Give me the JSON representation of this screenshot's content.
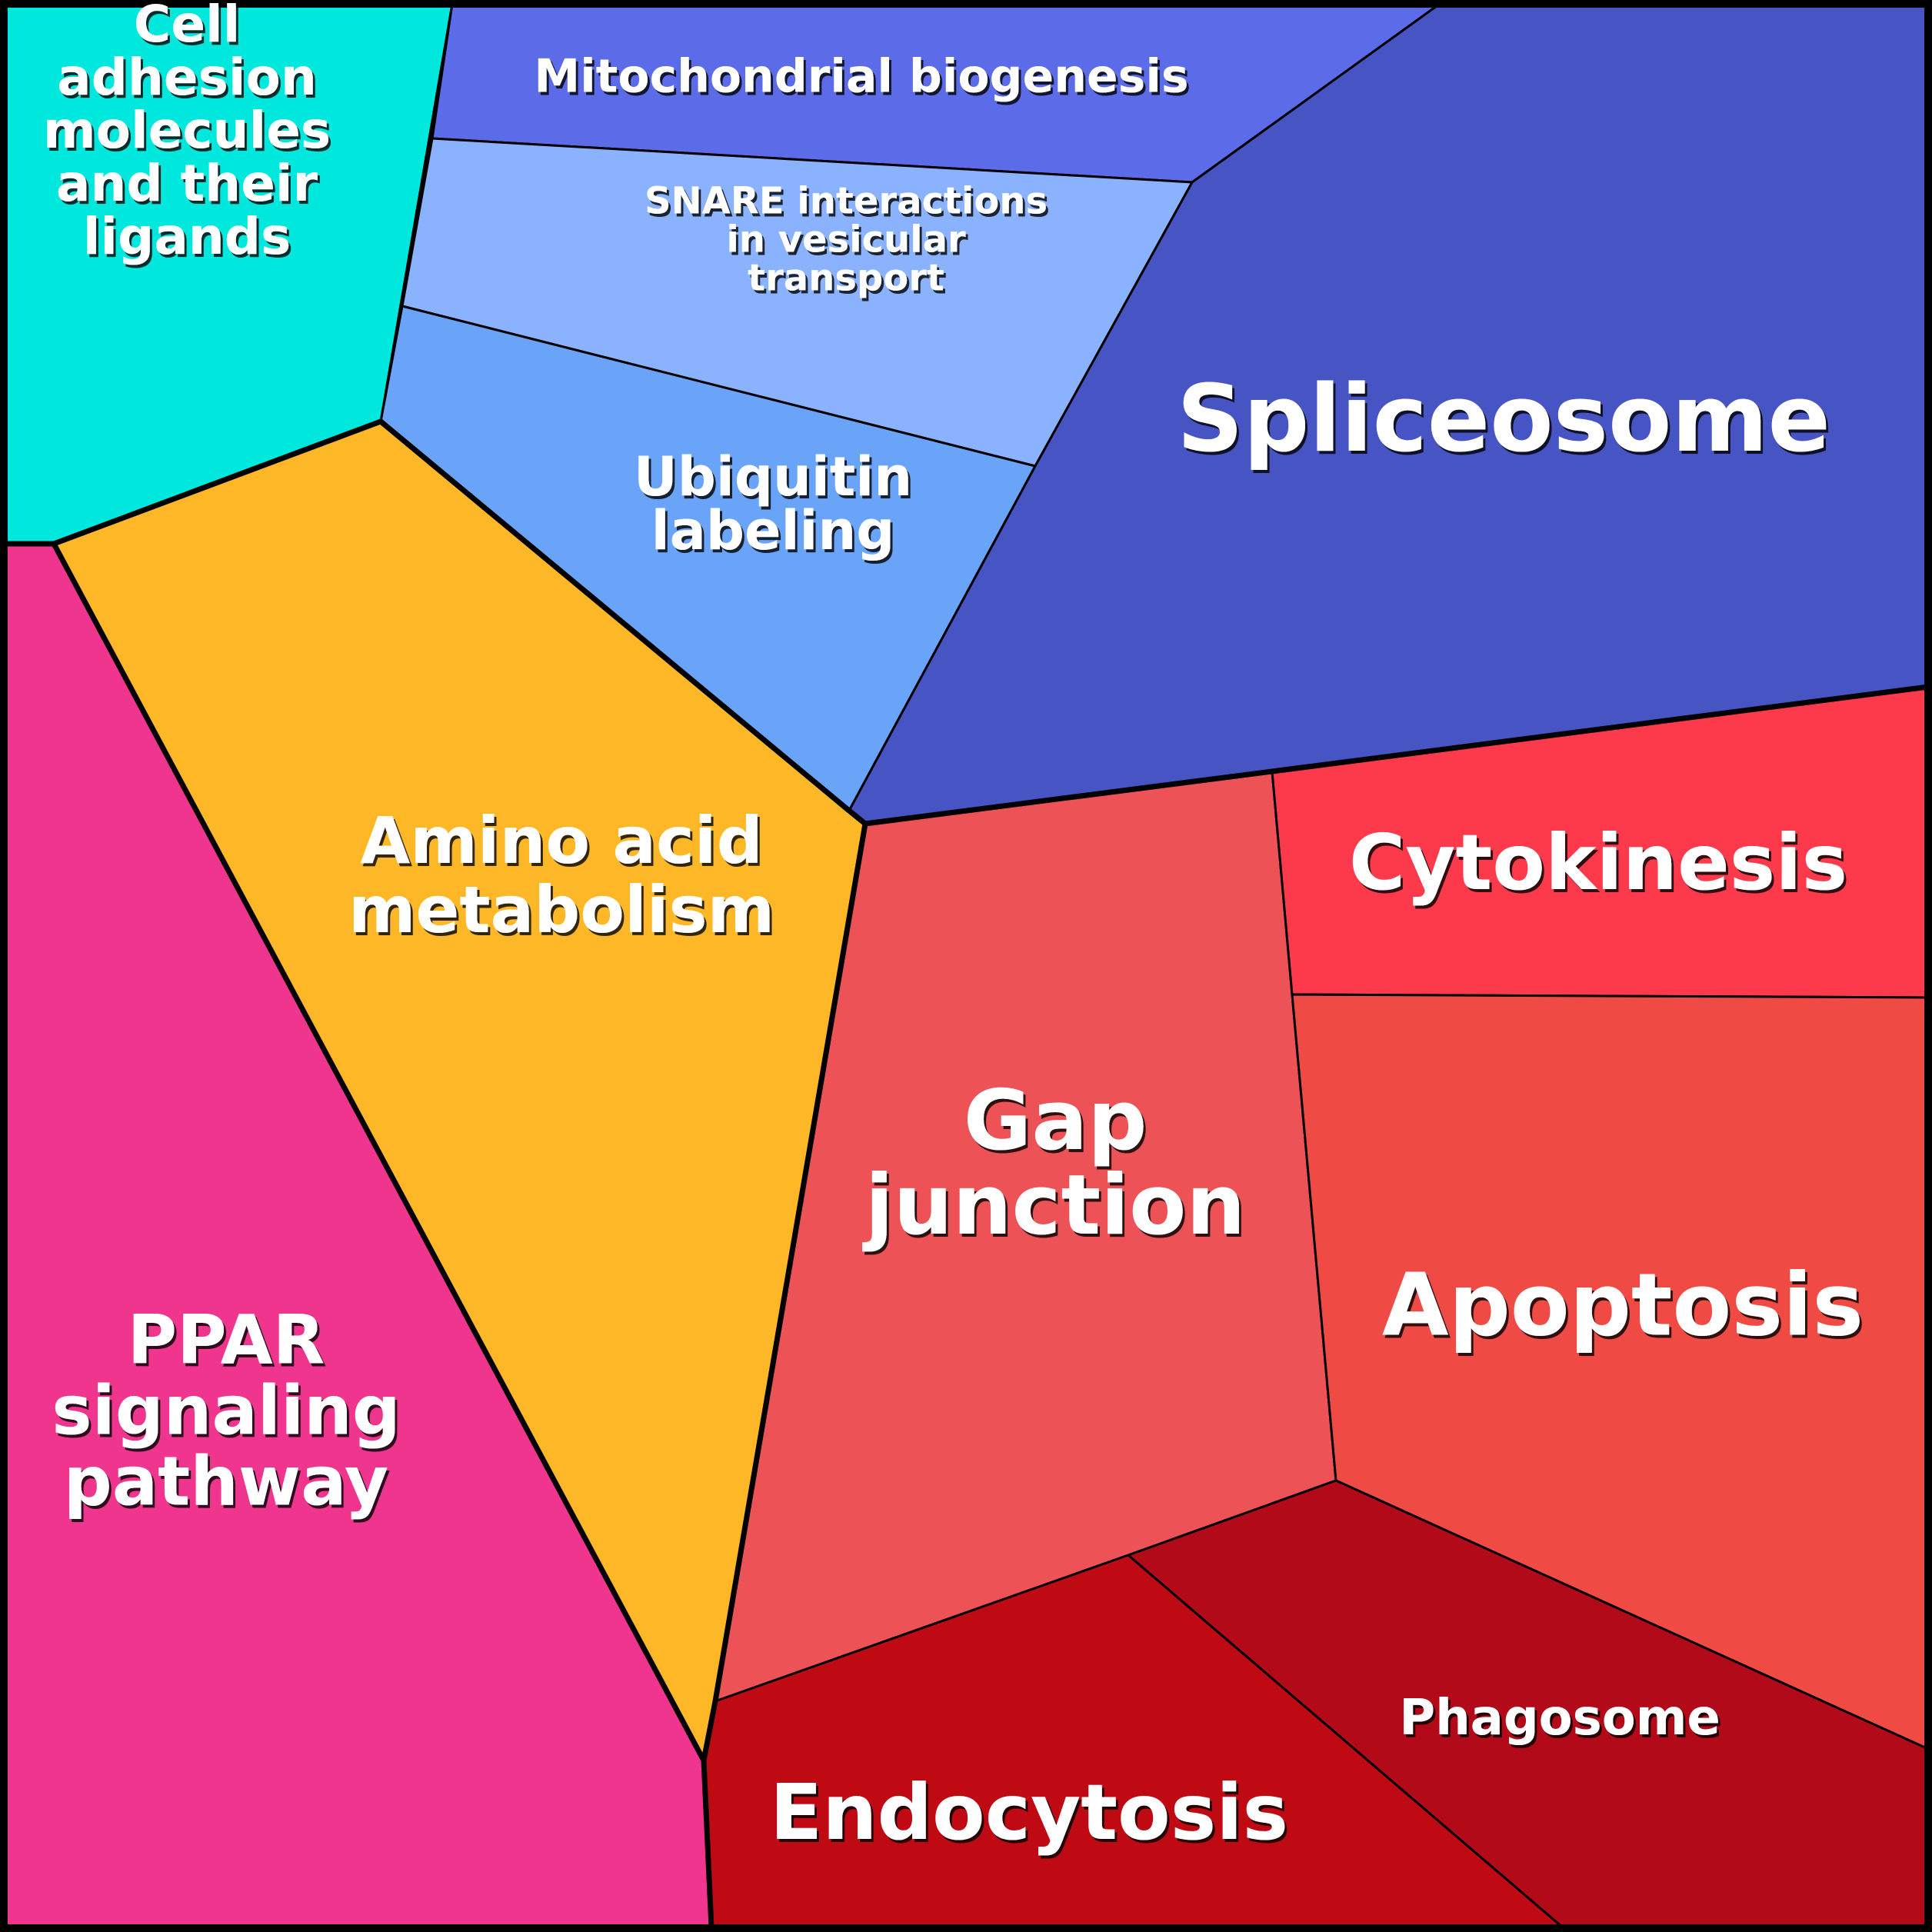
{
  "diagram": {
    "type": "voronoi-treemap",
    "cells": [
      {
        "id": "cell-adhesion",
        "label_lines": [
          "Cell",
          "adhesion",
          "molecules",
          "and their",
          "ligands"
        ],
        "color": "#00E8DE"
      },
      {
        "id": "mitochondrial-biogenesis",
        "label_lines": [
          "Mitochondrial biogenesis"
        ],
        "color": "#5C6CE8"
      },
      {
        "id": "snare-interactions",
        "label_lines": [
          "SNARE interactions",
          "in vesicular",
          "transport"
        ],
        "color": "#8AB2FF"
      },
      {
        "id": "ubiquitin-labeling",
        "label_lines": [
          "Ubiquitin",
          "labeling"
        ],
        "color": "#6AA4F8"
      },
      {
        "id": "spliceosome",
        "label_lines": [
          "Spliceosome"
        ],
        "color": "#4754C3"
      },
      {
        "id": "amino-acid-metabolism",
        "label_lines": [
          "Amino acid",
          "metabolism"
        ],
        "color": "#FDB727"
      },
      {
        "id": "ppar-signaling",
        "label_lines": [
          "PPAR",
          "signaling",
          "pathway"
        ],
        "color": "#F0358F"
      },
      {
        "id": "gap-junction",
        "label_lines": [
          "Gap",
          "junction"
        ],
        "color": "#EC5256"
      },
      {
        "id": "cytokinesis",
        "label_lines": [
          "Cytokinesis"
        ],
        "color": "#FD3A4B"
      },
      {
        "id": "apoptosis",
        "label_lines": [
          "Apoptosis"
        ],
        "color": "#F04A45"
      },
      {
        "id": "endocytosis",
        "label_lines": [
          "Endocytosis"
        ],
        "color": "#BF0A14"
      },
      {
        "id": "phagosome",
        "label_lines": [
          "Phagosome"
        ],
        "color": "#B20A18"
      }
    ]
  }
}
